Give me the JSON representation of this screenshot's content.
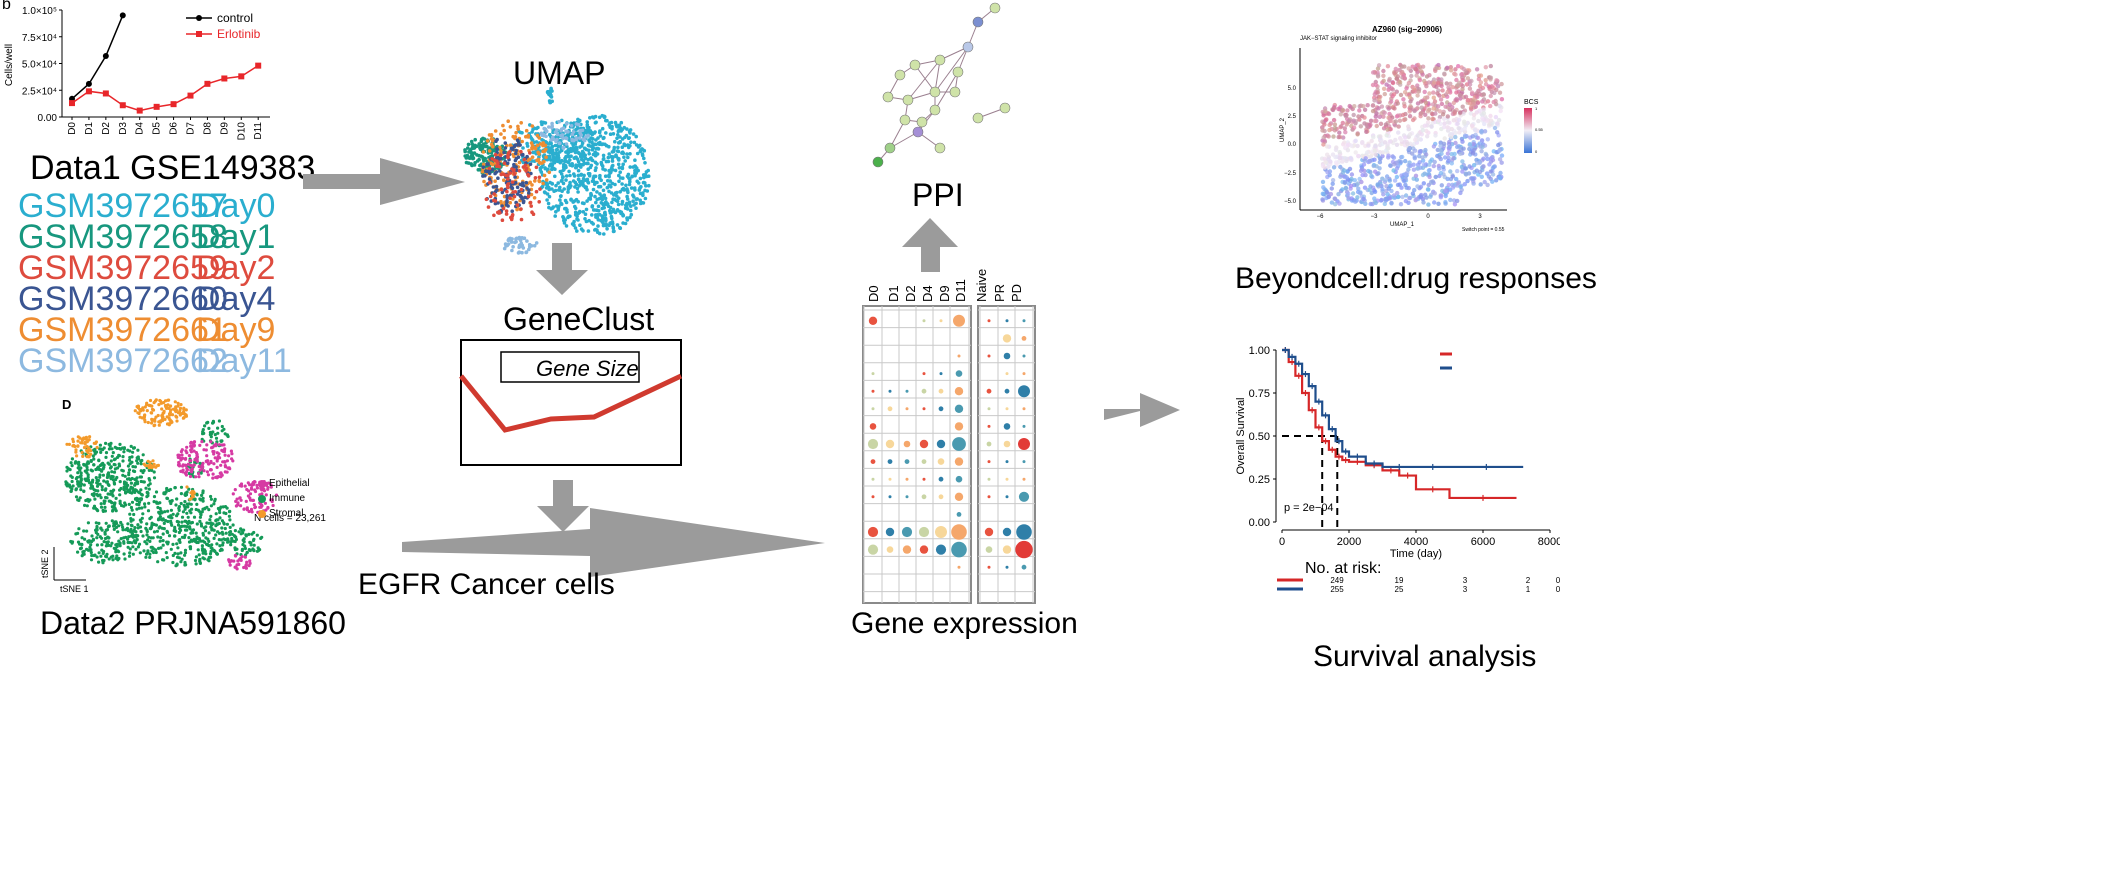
{
  "panel_label": "b",
  "growth_chart": {
    "chart_data": {
      "type": "line",
      "ylabel": "Cells/well",
      "yticks": [
        "0.00",
        "2.5×10⁴",
        "5.0×10⁴",
        "7.5×10⁴",
        "1.0×10⁵"
      ],
      "ylim": [
        0,
        100000
      ],
      "categories": [
        "D0",
        "D1",
        "D2",
        "D3",
        "D4",
        "D5",
        "D6",
        "D7",
        "D8",
        "D9",
        "D10",
        "D11"
      ],
      "series": [
        {
          "name": "control",
          "color": "#000000",
          "values": [
            17000,
            31000,
            57000,
            95000
          ]
        },
        {
          "name": "Erlotinib",
          "color": "#e8262a",
          "values": [
            13000,
            24000,
            22000,
            11000,
            6000,
            9500,
            12000,
            20000,
            31000,
            36000,
            38000,
            48000
          ]
        }
      ],
      "legend_position": "top-right"
    }
  },
  "data1": {
    "title": "Data1  GSE149383",
    "samples": [
      {
        "gsm": "GSM3972657",
        "day": "Day0",
        "color": "#2aaecf"
      },
      {
        "gsm": "GSM3972658",
        "day": "Day1",
        "color": "#17977e"
      },
      {
        "gsm": "GSM3972659",
        "day": "Day2",
        "color": "#de4b3e"
      },
      {
        "gsm": "GSM3972660",
        "day": "Day4",
        "color": "#3a5592"
      },
      {
        "gsm": "GSM3972661",
        "day": "Day9",
        "color": "#ee8d32"
      },
      {
        "gsm": "GSM3972662",
        "day": "Day11",
        "color": "#8db9e0"
      }
    ]
  },
  "tsne": {
    "panel_letter": "D",
    "xlabel": "tSNE 1",
    "ylabel": "tSNE 2",
    "legend": [
      {
        "label": "Epithelial",
        "color": "#d63aa3"
      },
      {
        "label": "Immune",
        "color": "#159a58"
      },
      {
        "label": "Stromal",
        "color": "#f39a2b"
      }
    ],
    "ncells": "N cells = 23,261"
  },
  "data2": {
    "title": "Data2   PRJNA591860"
  },
  "umap_label": "UMAP",
  "geneclust": {
    "title": "GeneClust",
    "box_label": "Gene Size"
  },
  "egfr_label": "EGFR Cancer cells",
  "ppi_label": "PPI",
  "gene_expression": {
    "label": "Gene expression",
    "left_columns": [
      "D0",
      "D1",
      "D2",
      "D4",
      "D9",
      "D11"
    ],
    "right_columns": [
      "Naive",
      "PR",
      "PD"
    ]
  },
  "beyondcell": {
    "label": "Beyondcell:drug responses",
    "plot_title": "AZ960 (sig−20906)",
    "subtitle": "JAK−STAT signaling inhibitor",
    "xlabel": "UMAP_1",
    "ylabel": "UMAP_2",
    "xticks": [
      "−6",
      "−3",
      "0",
      "3"
    ],
    "yticks": [
      "5.0",
      "2.5",
      "0.0",
      "−2.5",
      "−5.0"
    ],
    "legend_title": "BCS",
    "legend_ticks": [
      "1",
      "0.55",
      "0"
    ],
    "switch_point": "Switch point = 0.55"
  },
  "survival": {
    "label": "Survival analysis",
    "chart_data": {
      "type": "line",
      "xlabel": "Time (day)",
      "ylabel": "Overall Survival",
      "xticks": [
        "0",
        "2000",
        "4000",
        "6000",
        "8000"
      ],
      "yticks": [
        "0.00",
        "0.25",
        "0.50",
        "0.75",
        "1.00"
      ],
      "xlim": [
        0,
        8000
      ],
      "ylim": [
        0,
        1
      ],
      "pvalue": "p = 2e−04",
      "series": [
        {
          "color": "#d62728",
          "x": [
            0,
            200,
            400,
            600,
            800,
            1000,
            1200,
            1400,
            1600,
            1800,
            2000,
            2500,
            3000,
            3500,
            4000,
            5000,
            7000
          ],
          "y": [
            1.0,
            0.93,
            0.85,
            0.75,
            0.65,
            0.55,
            0.47,
            0.42,
            0.38,
            0.36,
            0.35,
            0.33,
            0.3,
            0.27,
            0.19,
            0.14,
            0.14
          ]
        },
        {
          "color": "#1f4e8c",
          "x": [
            0,
            200,
            400,
            600,
            800,
            1000,
            1200,
            1400,
            1600,
            1800,
            2000,
            2500,
            3000,
            4000,
            5000,
            7200
          ],
          "y": [
            1.0,
            0.96,
            0.92,
            0.86,
            0.79,
            0.7,
            0.62,
            0.54,
            0.47,
            0.41,
            0.38,
            0.34,
            0.32,
            0.32,
            0.32,
            0.32
          ]
        }
      ],
      "median_lines": [
        1200,
        1650
      ]
    },
    "risk_table": {
      "title": "No. at risk:",
      "rows": [
        {
          "color": "#d62728",
          "values": [
            "249",
            "19",
            "3",
            "2",
            "0"
          ]
        },
        {
          "color": "#1f4e8c",
          "values": [
            "255",
            "25",
            "3",
            "1",
            "0"
          ]
        }
      ]
    }
  }
}
